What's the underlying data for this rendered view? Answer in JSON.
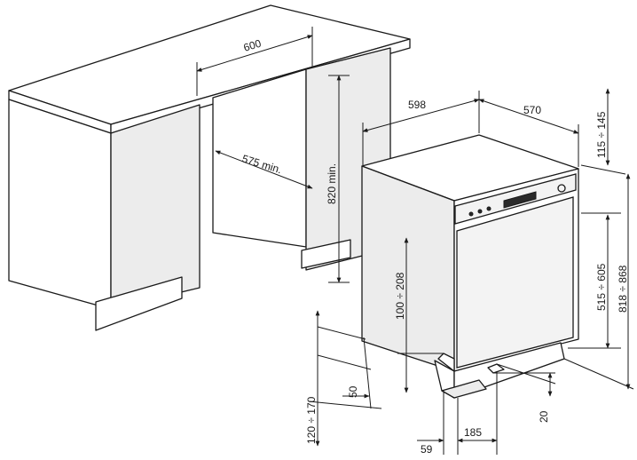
{
  "dimensions": {
    "counter_depth": "600",
    "cavity_depth": "575 min.",
    "cavity_height": "820 min.",
    "unit_width": "598",
    "unit_depth": "570",
    "top_adjust": "115 ÷ 145",
    "door_height": "515 ÷ 605",
    "total_height": "818 ÷ 868",
    "plinth_height": "100 ÷ 208",
    "plinth_range": "120 ÷ 170",
    "plinth_offset": "50",
    "foot_height": "20",
    "foot_left": "59",
    "foot_width": "185"
  },
  "colors": {
    "line": "#1a1a1a",
    "panel": "#f3f3f3",
    "display": "#2a2a2a"
  }
}
